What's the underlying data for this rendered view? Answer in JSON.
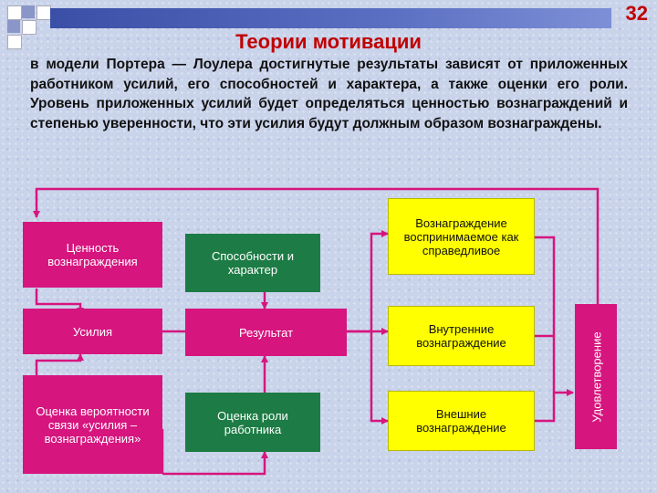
{
  "slide_number": "32",
  "title": "Теории мотивации",
  "intro_text": "в модели Портера — Лоулера достигнутые результаты зависят от приложенных работником усилий, его способностей и характера, а также оценки его роли. Уровень приложенных усилий будет определяться ценностью вознаграждений и степенью уверенности, что эти усилия будут должным образом вознаграждены.",
  "boxes": {
    "value": "Ценность вознаграждения",
    "effort": "Усилия",
    "probability": "Оценка вероятности связи «усилия – вознаграждения»",
    "abilities": "Способности и характер",
    "result": "Результат",
    "role": "Оценка роли работника",
    "perceived_reward": "Вознаграждение воспринимаемое как справедливое",
    "internal_reward": "Внутренние вознаграждение",
    "external_reward": "Внешние вознаграждение",
    "satisfaction": "Удовлетворение"
  },
  "colors": {
    "magenta": "#d6157e",
    "green": "#1d7c45",
    "yellow": "#ffff00",
    "title_red": "#c00000"
  }
}
